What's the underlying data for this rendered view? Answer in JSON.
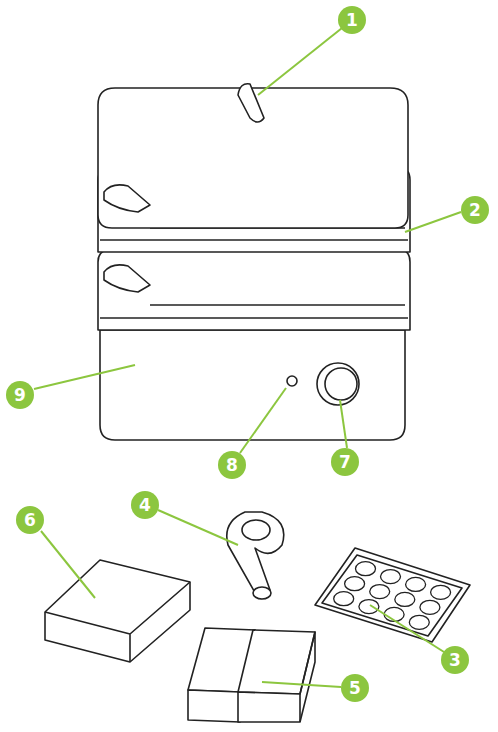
{
  "diagram": {
    "labels": [
      "1",
      "2",
      "9",
      "8",
      "7",
      "6",
      "4",
      "3",
      "5"
    ]
  }
}
